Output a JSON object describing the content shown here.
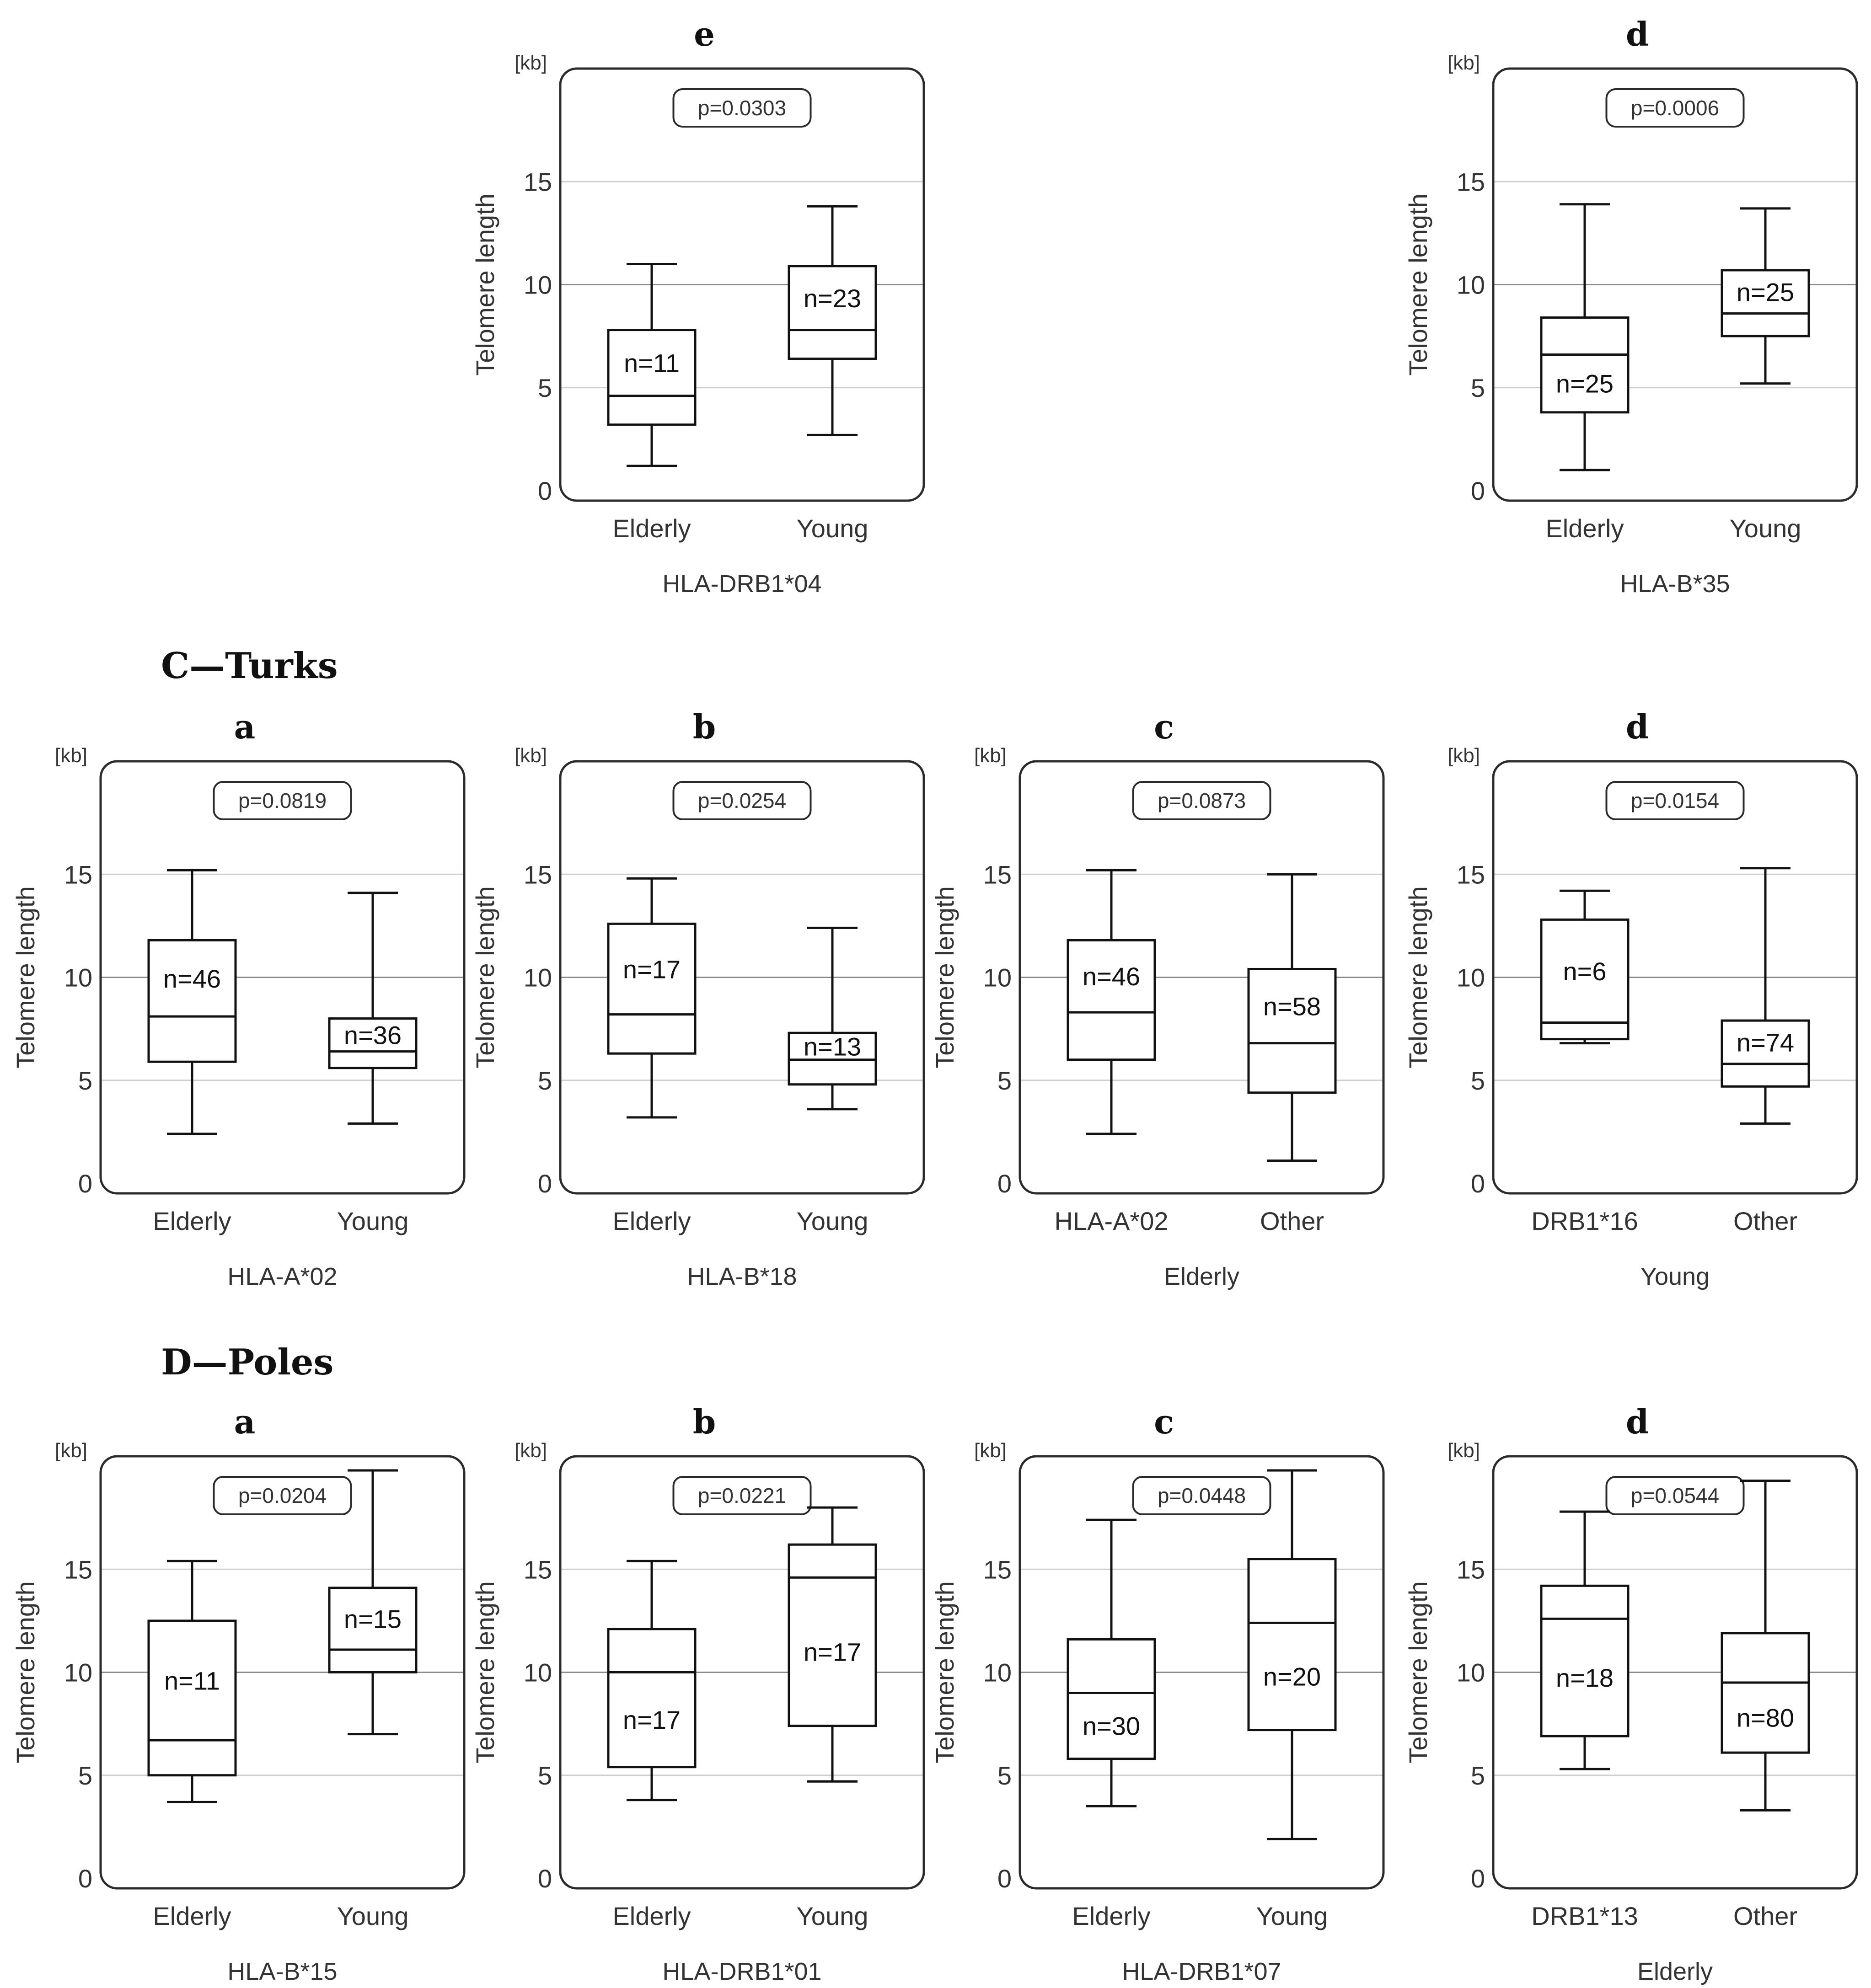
{
  "sections": [
    {
      "id": "B",
      "title": ""
    },
    {
      "id": "C",
      "title": "C—Turks"
    },
    {
      "id": "D",
      "title": "D—Poles"
    }
  ],
  "chart_data": [
    {
      "type": "box",
      "section": "B",
      "panel": "d",
      "unit": "[kb]",
      "ylabel": "Telomere length",
      "xlabel": "HLA-B*35",
      "ylim": [
        0,
        20
      ],
      "yticks": [
        0,
        5,
        10,
        15
      ],
      "pvalue": "p=0.0006",
      "boxes": [
        {
          "category": "Elderly",
          "min": 1.0,
          "q1": 3.8,
          "median": 6.6,
          "q3": 8.4,
          "max": 13.9,
          "n": "n=25"
        },
        {
          "category": "Young",
          "min": 5.2,
          "q1": 7.5,
          "median": 8.6,
          "q3": 10.7,
          "max": 13.7,
          "n": "n=25"
        }
      ]
    },
    {
      "type": "box",
      "section": "B",
      "panel": "e",
      "unit": "[kb]",
      "ylabel": "Telomere length",
      "xlabel": "HLA-DRB1*04",
      "ylim": [
        0,
        20
      ],
      "yticks": [
        0,
        5,
        10,
        15
      ],
      "pvalue": "p=0.0303",
      "boxes": [
        {
          "category": "Elderly",
          "min": 1.2,
          "q1": 3.2,
          "median": 4.6,
          "q3": 7.8,
          "max": 11.0,
          "n": "n=11"
        },
        {
          "category": "Young",
          "min": 2.7,
          "q1": 6.4,
          "median": 7.8,
          "q3": 10.9,
          "max": 13.8,
          "n": "n=23"
        }
      ]
    },
    {
      "type": "box",
      "section": "C",
      "panel": "a",
      "unit": "[kb]",
      "ylabel": "Telomere length",
      "xlabel": "HLA-A*02",
      "ylim": [
        0,
        20
      ],
      "yticks": [
        0,
        5,
        10,
        15
      ],
      "pvalue": "p=0.0819",
      "boxes": [
        {
          "category": "Elderly",
          "min": 2.4,
          "q1": 5.9,
          "median": 8.1,
          "q3": 11.8,
          "max": 15.2,
          "n": "n=46"
        },
        {
          "category": "Young",
          "min": 2.9,
          "q1": 5.6,
          "median": 6.4,
          "q3": 8.0,
          "max": 14.1,
          "n": "n=36"
        }
      ]
    },
    {
      "type": "box",
      "section": "C",
      "panel": "b",
      "unit": "[kb]",
      "ylabel": "Telomere length",
      "xlabel": "HLA-B*18",
      "ylim": [
        0,
        20
      ],
      "yticks": [
        0,
        5,
        10,
        15
      ],
      "pvalue": "p=0.0254",
      "boxes": [
        {
          "category": "Elderly",
          "min": 3.2,
          "q1": 6.3,
          "median": 8.2,
          "q3": 12.6,
          "max": 14.8,
          "n": "n=17"
        },
        {
          "category": "Young",
          "min": 3.6,
          "q1": 4.8,
          "median": 6.0,
          "q3": 7.3,
          "max": 12.4,
          "n": "n=13"
        }
      ]
    },
    {
      "type": "box",
      "section": "C",
      "panel": "c",
      "unit": "[kb]",
      "ylabel": "Telomere length",
      "xlabel": "Elderly",
      "ylim": [
        0,
        20
      ],
      "yticks": [
        0,
        5,
        10,
        15
      ],
      "pvalue": "p=0.0873",
      "boxes": [
        {
          "category": "HLA-A*02",
          "min": 2.4,
          "q1": 6.0,
          "median": 8.3,
          "q3": 11.8,
          "max": 15.2,
          "n": "n=46"
        },
        {
          "category": "Other",
          "min": 1.1,
          "q1": 4.4,
          "median": 6.8,
          "q3": 10.4,
          "max": 15.0,
          "n": "n=58"
        }
      ]
    },
    {
      "type": "box",
      "section": "C",
      "panel": "d",
      "unit": "[kb]",
      "ylabel": "Telomere length",
      "xlabel": "Young",
      "ylim": [
        0,
        20
      ],
      "yticks": [
        0,
        5,
        10,
        15
      ],
      "pvalue": "p=0.0154",
      "boxes": [
        {
          "category": "DRB1*16",
          "min": 6.8,
          "q1": 7.0,
          "median": 7.8,
          "q3": 12.8,
          "max": 14.2,
          "n": "n=6"
        },
        {
          "category": "Other",
          "min": 2.9,
          "q1": 4.7,
          "median": 5.8,
          "q3": 7.9,
          "max": 15.3,
          "n": "n=74"
        }
      ]
    },
    {
      "type": "box",
      "section": "D",
      "panel": "a",
      "unit": "[kb]",
      "ylabel": "Telomere length",
      "xlabel": "HLA-B*15",
      "ylim": [
        0,
        20
      ],
      "yticks": [
        0,
        5,
        10,
        15
      ],
      "pvalue": "p=0.0204",
      "boxes": [
        {
          "category": "Elderly",
          "min": 3.7,
          "q1": 5.0,
          "median": 6.7,
          "q3": 12.5,
          "max": 15.4,
          "n": "n=11"
        },
        {
          "category": "Young",
          "min": 7.0,
          "q1": 10.0,
          "median": 11.1,
          "q3": 14.1,
          "max": 19.8,
          "n": "n=15"
        }
      ]
    },
    {
      "type": "box",
      "section": "D",
      "panel": "b",
      "unit": "[kb]",
      "ylabel": "Telomere length",
      "xlabel": "HLA-DRB1*01",
      "ylim": [
        0,
        20
      ],
      "yticks": [
        0,
        5,
        10,
        15
      ],
      "pvalue": "p=0.0221",
      "boxes": [
        {
          "category": "Elderly",
          "min": 3.8,
          "q1": 5.4,
          "median": 10.0,
          "q3": 12.1,
          "max": 15.4,
          "n": "n=17"
        },
        {
          "category": "Young",
          "min": 4.7,
          "q1": 7.4,
          "median": 14.6,
          "q3": 16.2,
          "max": 18.0,
          "n": "n=17"
        }
      ]
    },
    {
      "type": "box",
      "section": "D",
      "panel": "c",
      "unit": "[kb]",
      "ylabel": "Telomere length",
      "xlabel": "HLA-DRB1*07",
      "ylim": [
        0,
        20
      ],
      "yticks": [
        0,
        5,
        10,
        15
      ],
      "pvalue": "p=0.0448",
      "boxes": [
        {
          "category": "Elderly",
          "min": 3.5,
          "q1": 5.8,
          "median": 9.0,
          "q3": 11.6,
          "max": 17.4,
          "n": "n=30"
        },
        {
          "category": "Young",
          "min": 1.9,
          "q1": 7.2,
          "median": 12.4,
          "q3": 15.5,
          "max": 19.8,
          "n": "n=20"
        }
      ]
    },
    {
      "type": "box",
      "section": "D",
      "panel": "d",
      "unit": "[kb]",
      "ylabel": "Telomere length",
      "xlabel": "Elderly",
      "ylim": [
        0,
        20
      ],
      "yticks": [
        0,
        5,
        10,
        15
      ],
      "pvalue": "p=0.0544",
      "boxes": [
        {
          "category": "DRB1*13",
          "min": 5.3,
          "q1": 6.9,
          "median": 12.6,
          "q3": 14.2,
          "max": 17.8,
          "n": "n=18"
        },
        {
          "category": "Other",
          "min": 3.3,
          "q1": 6.1,
          "median": 9.5,
          "q3": 11.9,
          "max": 19.3,
          "n": "n=80"
        }
      ]
    }
  ]
}
